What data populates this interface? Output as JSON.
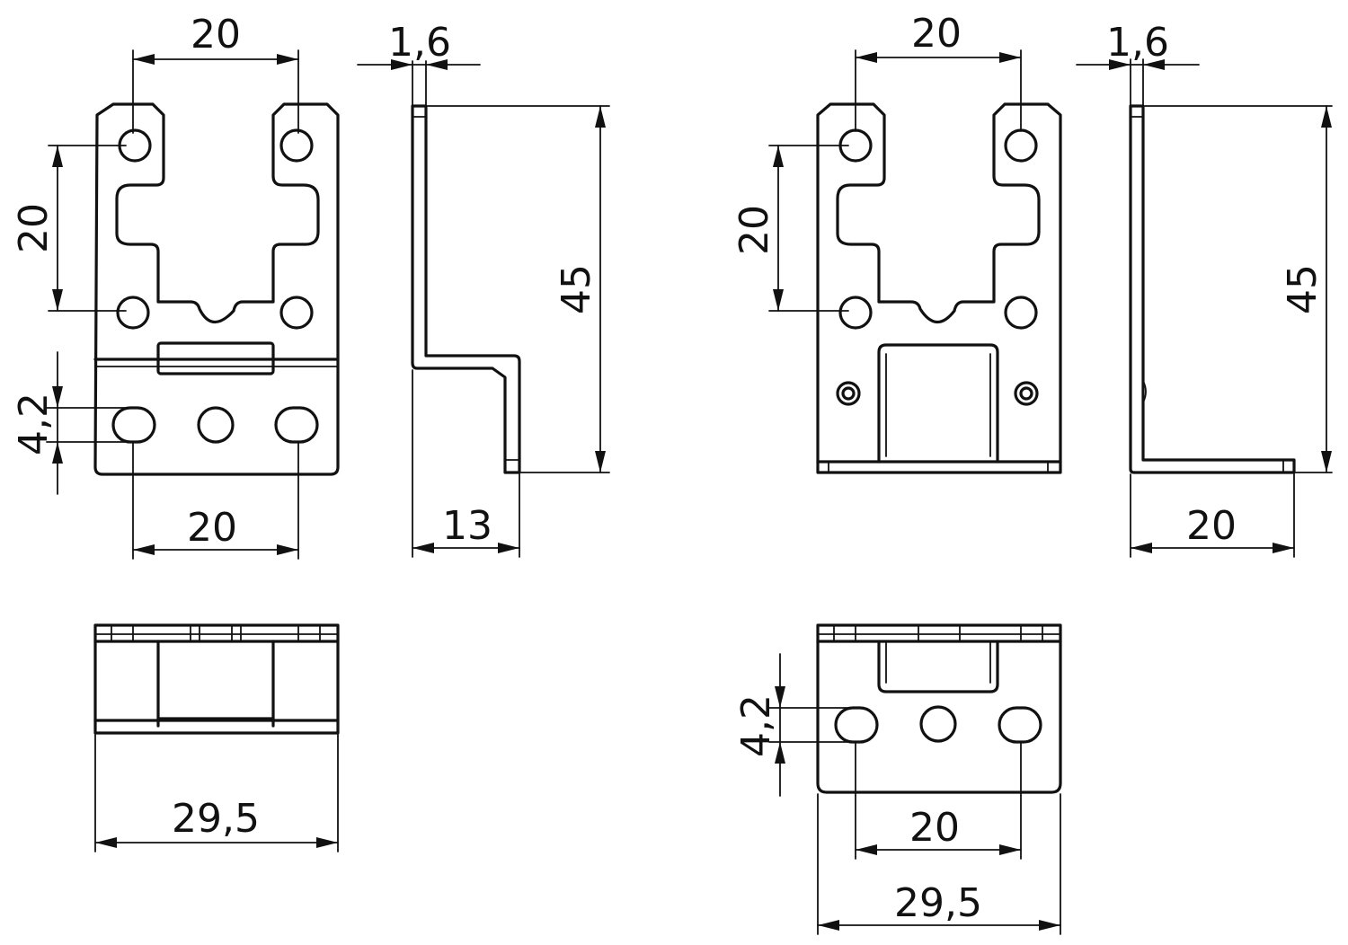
{
  "views": {
    "left": {
      "top_pitch": "20",
      "vertical_pitch": "20",
      "hole_diameter": "4,2",
      "bottom_pitch": "20",
      "thickness": "1,6",
      "height": "45",
      "offset": "13",
      "width": "29,5"
    },
    "right": {
      "top_pitch": "20",
      "vertical_pitch": "20",
      "thickness": "1,6",
      "height": "45",
      "depth": "20",
      "hole_diameter": "4,2",
      "bottom_pitch": "20",
      "width": "29,5"
    }
  },
  "colors": {
    "line": "#111111",
    "background": "#ffffff"
  }
}
